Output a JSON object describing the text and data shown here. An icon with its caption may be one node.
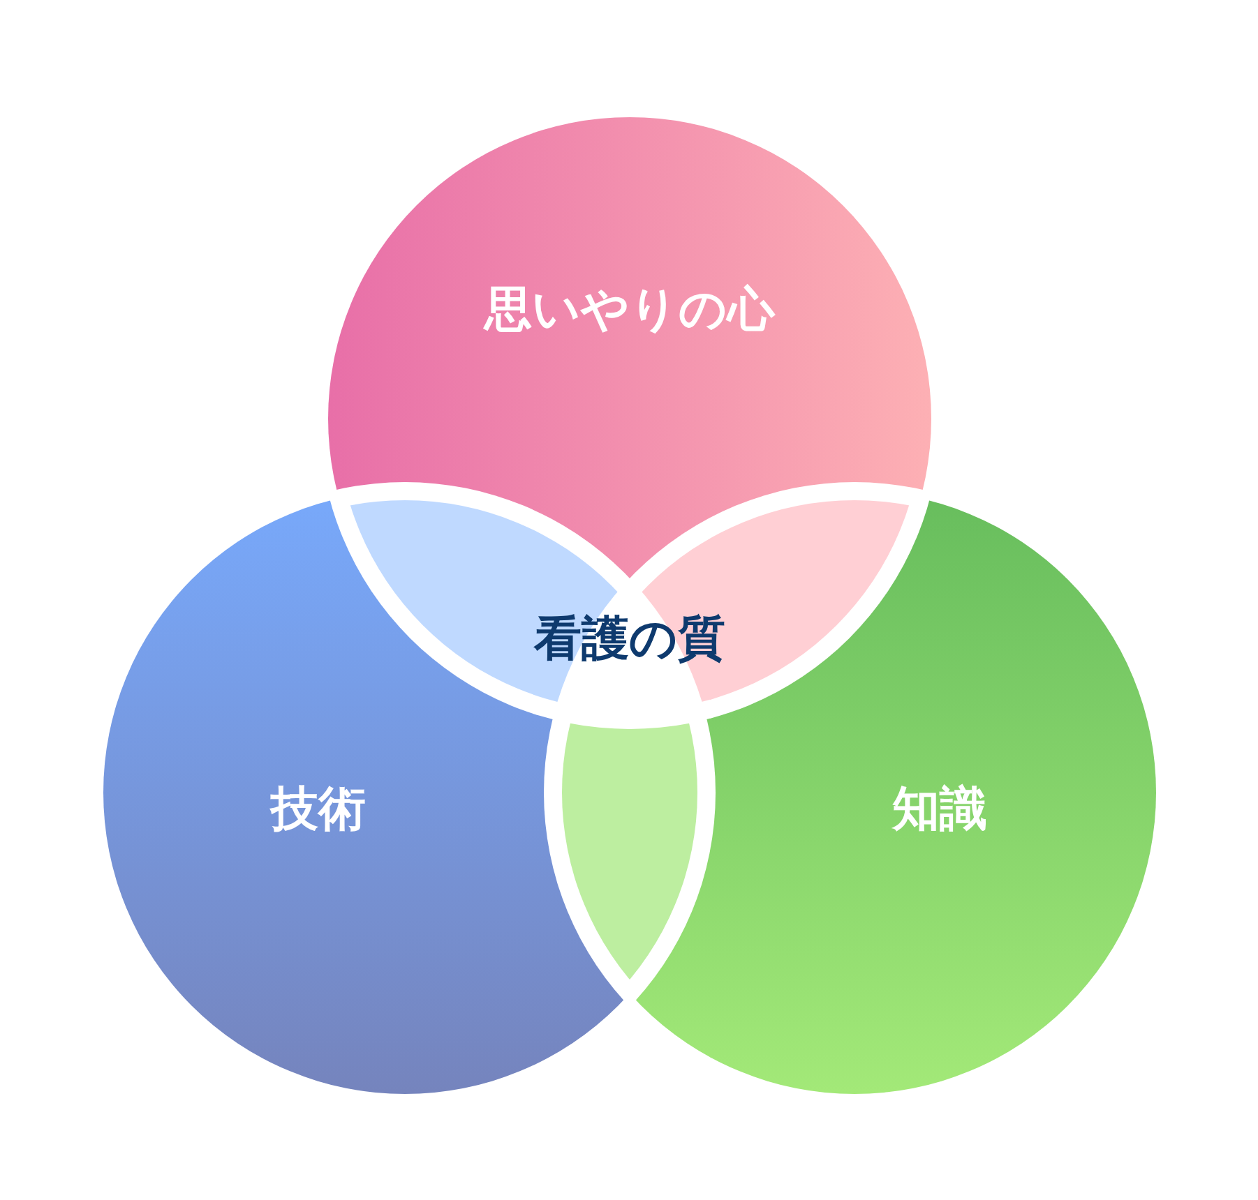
{
  "diagram": {
    "nodes": [
      {
        "text": [
          "思いやりの心"
        ]
      },
      {
        "text": [
          "技術"
        ]
      },
      {
        "text": [
          "知識"
        ]
      },
      {
        "text": [
          "看護の質"
        ]
      }
    ]
  }
}
